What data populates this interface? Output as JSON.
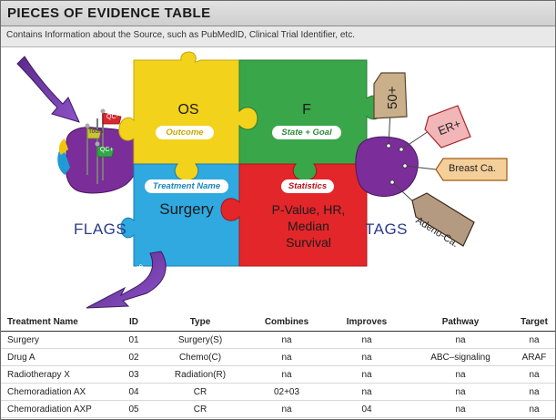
{
  "header": {
    "title": "PIECES OF EVIDENCE TABLE",
    "subtitle": "Contains Information about the Source, such as PubMedID, Clinical Trial Identifier, etc."
  },
  "diagram": {
    "pieces": {
      "outcome": {
        "title": "OS",
        "pill": "Outcome",
        "color": "#f2d21b",
        "pill_color": "#c9a800"
      },
      "state_goal": {
        "title": "F",
        "pill": "State + Goal",
        "color": "#3aa64a",
        "pill_color": "#2e8b3c"
      },
      "treatment": {
        "title": "Surgery",
        "pill": "Treatment Name",
        "color": "#2fa9df",
        "pill_color": "#1a86bd"
      },
      "statistics": {
        "title_lines": [
          "P-Value, HR,",
          "Median",
          "Survival"
        ],
        "pill": "Statistics",
        "color": "#e3262a",
        "pill_color": "#b81216"
      }
    },
    "flags": {
      "label": "FLAGS",
      "items": [
        "QC-",
        "Tools",
        "QC+"
      ]
    },
    "tags": {
      "label": "TAGS",
      "items": [
        "50+",
        "ER+",
        "Breast Ca.",
        "Adeno-Ca."
      ]
    },
    "connects_label": "Connects"
  },
  "table": {
    "columns": [
      "Treatment Name",
      "ID",
      "Type",
      "Combines",
      "Improves",
      "Pathway",
      "Target"
    ],
    "rows": [
      [
        "Surgery",
        "01",
        "Surgery(S)",
        "na",
        "na",
        "na",
        "na"
      ],
      [
        "Drug A",
        "02",
        "Chemo(C)",
        "na",
        "na",
        "ABC–signaling",
        "ARAF"
      ],
      [
        "Radiotherapy X",
        "03",
        "Radiation(R)",
        "na",
        "na",
        "na",
        "na"
      ],
      [
        "Chemoradiation AX",
        "04",
        "CR",
        "02+03",
        "na",
        "na",
        "na"
      ],
      [
        "Chemoradiation AXP",
        "05",
        "CR",
        "na",
        "04",
        "na",
        "na"
      ]
    ]
  }
}
